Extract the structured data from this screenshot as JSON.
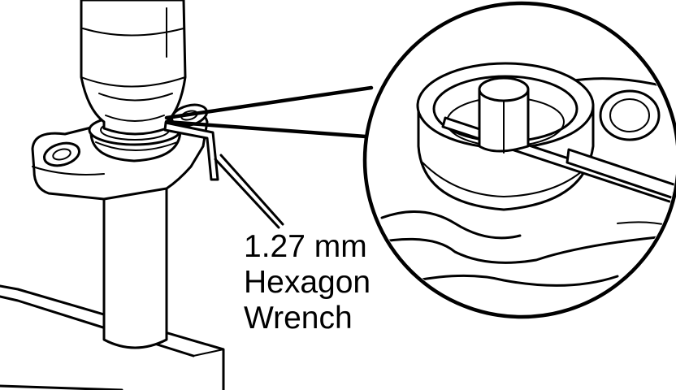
{
  "callout": {
    "line1": "1.27 mm",
    "line2": "Hexagon",
    "line3": "Wrench"
  },
  "colors": {
    "ink": "#000000",
    "background": "#ffffff"
  }
}
